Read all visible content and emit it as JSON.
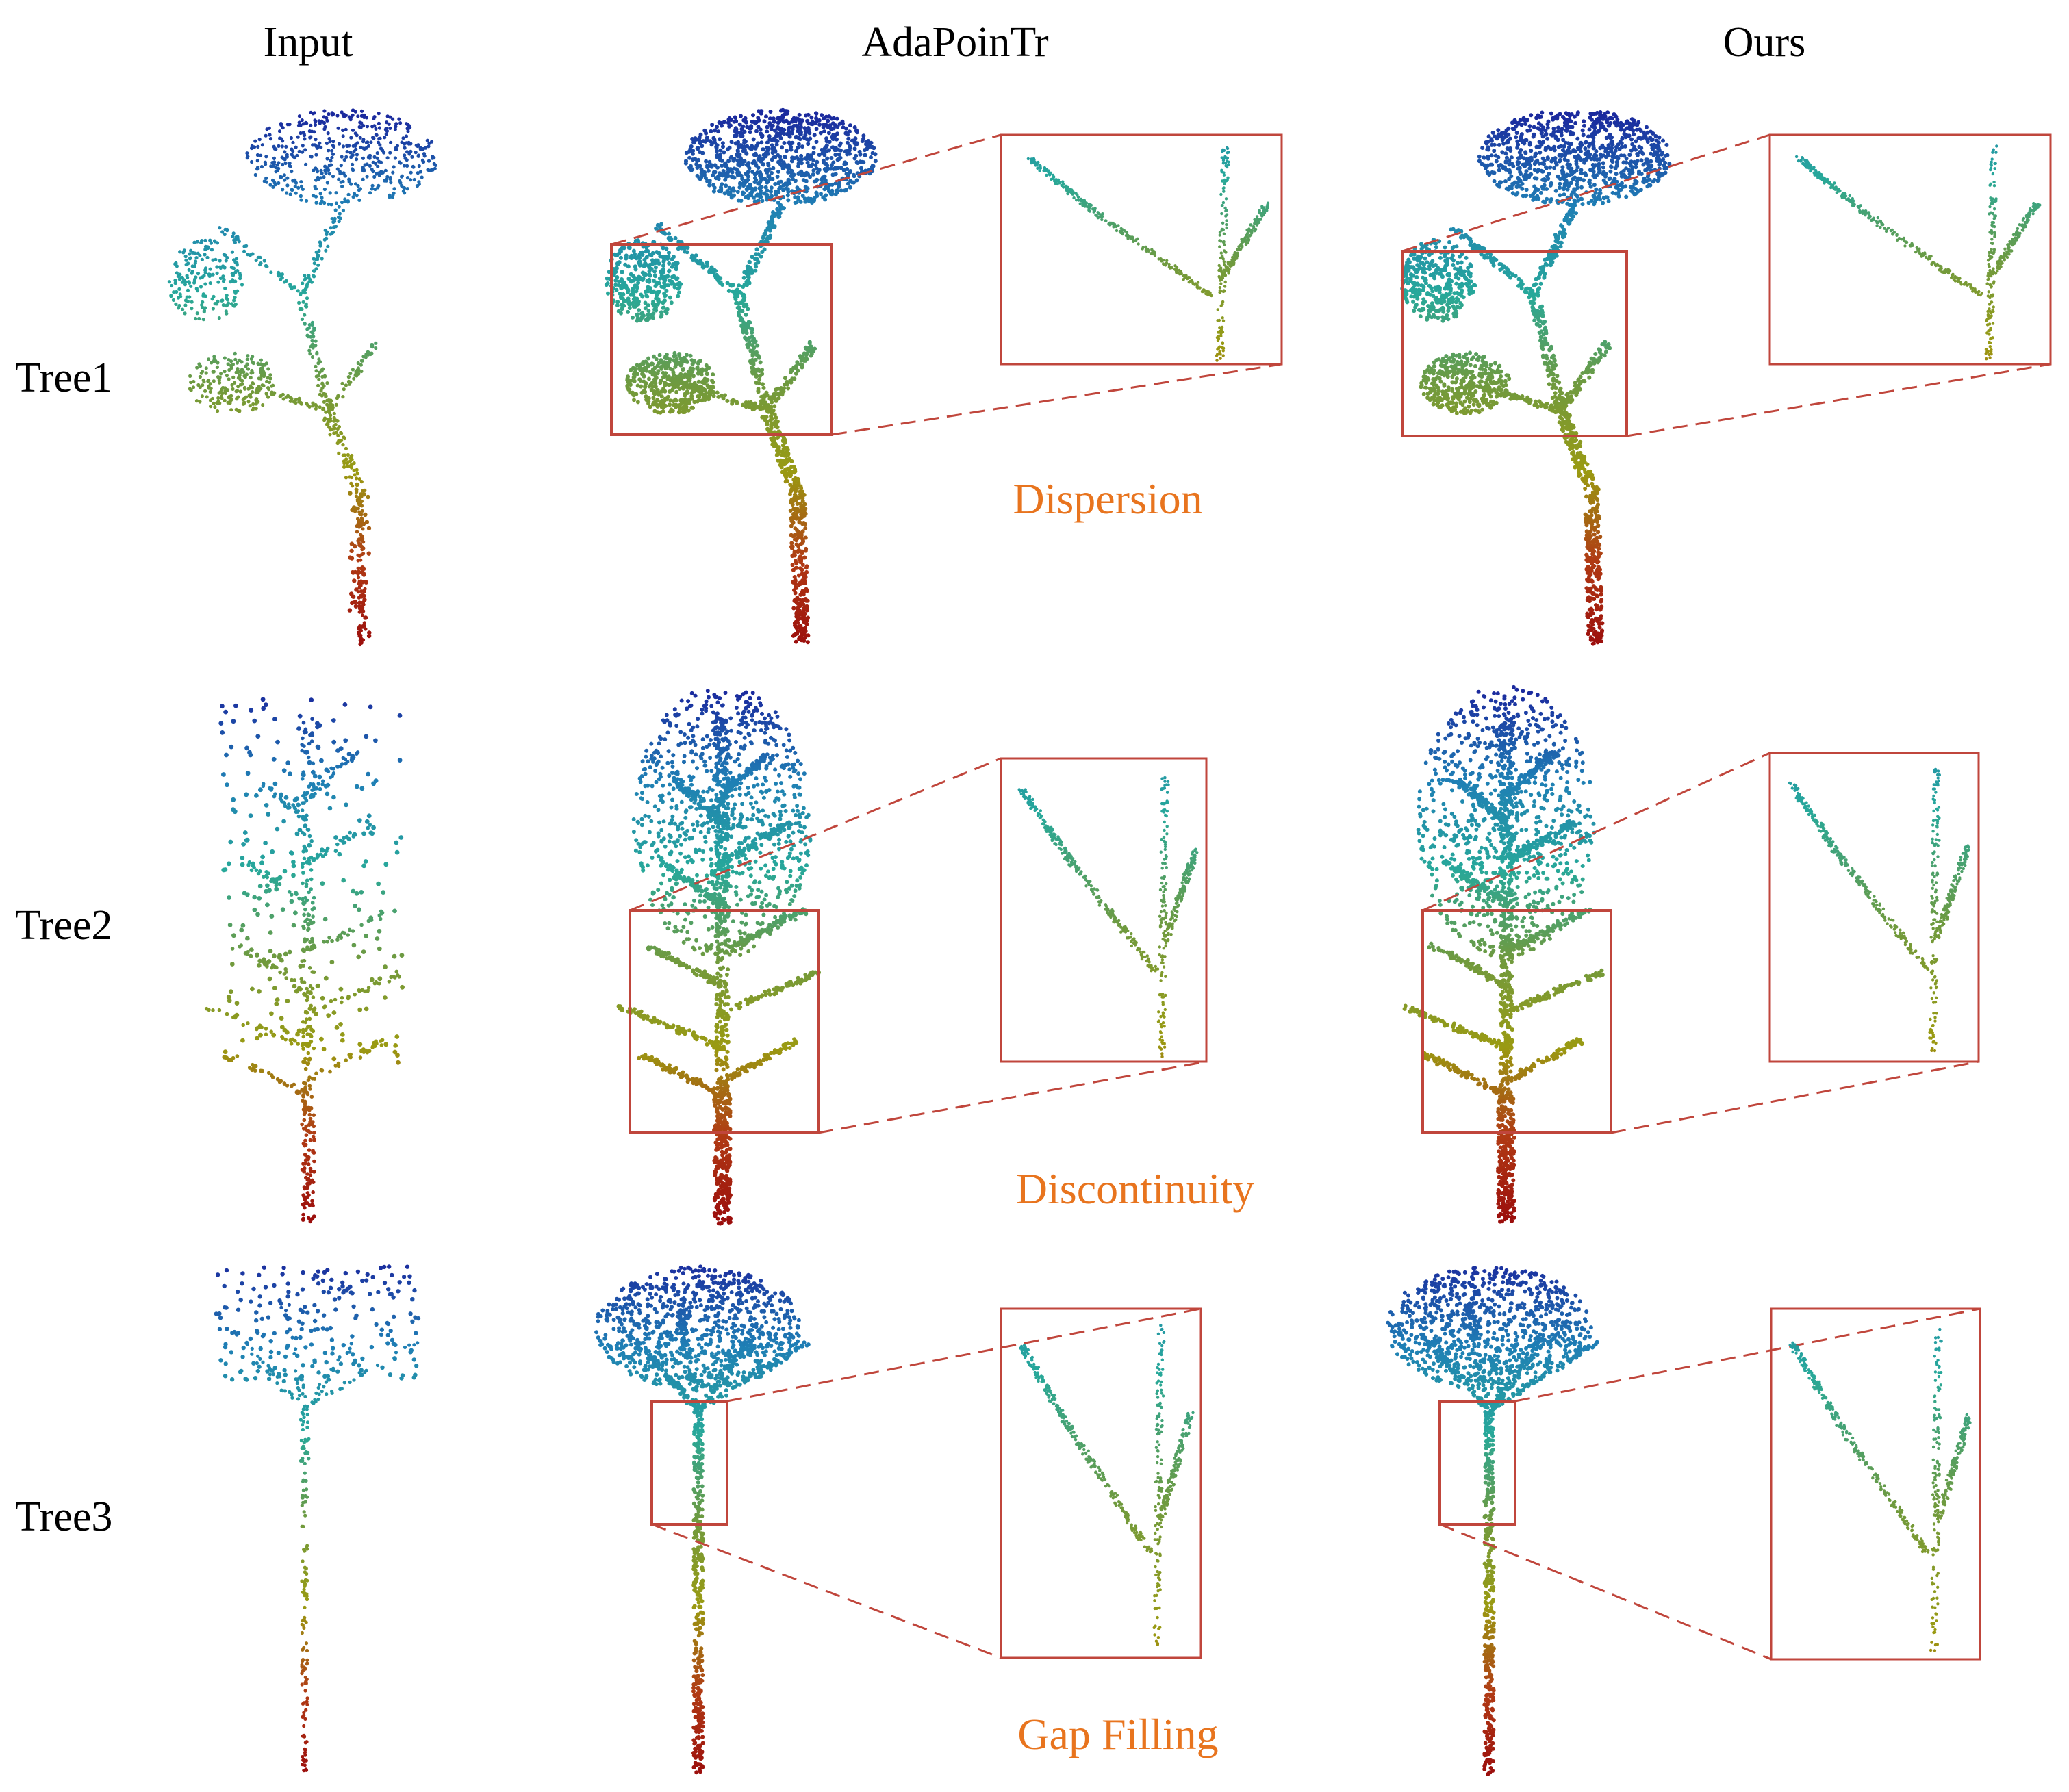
{
  "columns": [
    "Input",
    "AdaPoinTr",
    "Ours"
  ],
  "rows": [
    "Tree1",
    "Tree2",
    "Tree3"
  ],
  "annotations": [
    "Dispersion",
    "Discontinuity",
    "Gap Filling"
  ],
  "colors": {
    "annotation": "#e8741e",
    "box": "#c0463c",
    "gradient": [
      "#1b2a9e",
      "#1f7fb5",
      "#27a89a",
      "#6f9a3f",
      "#9a9a12",
      "#b03a14",
      "#9a0c0c"
    ]
  },
  "icons": [
    "tree-point-cloud-icon",
    "zoom-box-icon",
    "zoom-inset-icon",
    "connector-dash-icon"
  ]
}
